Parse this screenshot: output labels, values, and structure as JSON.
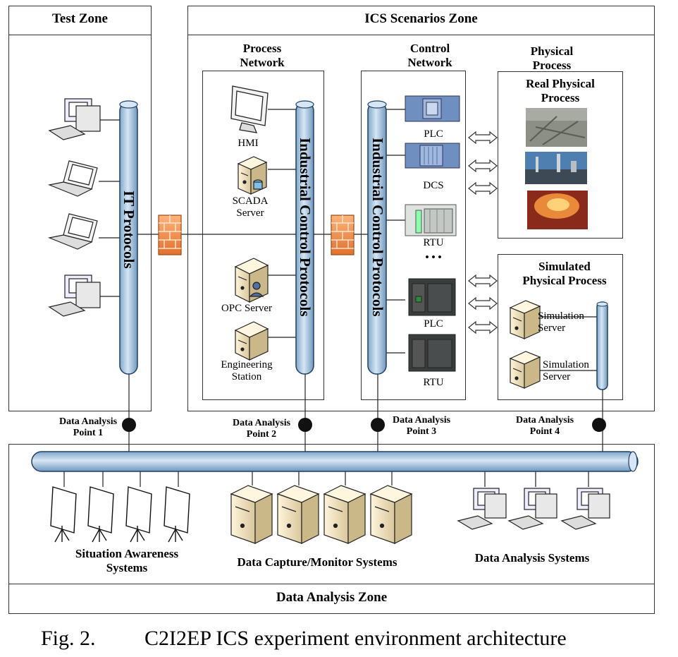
{
  "zones": {
    "test": "Test Zone",
    "ics": "ICS Scenarios Zone",
    "data_analysis": "Data Analysis Zone"
  },
  "groups": {
    "process_network": "Process\nNetwork",
    "control_network": "Control\nNetwork",
    "physical_process": "Physical\nProcess",
    "real_physical_process": "Real Physical\nProcess",
    "simulated_physical_process": "Simulated\nPhysical Process"
  },
  "buses": {
    "it_protocols": "IT Protocols",
    "industrial_control_protocols_1": "Industrial Control Protocols",
    "industrial_control_protocols_2": "Industrial Control Protocols"
  },
  "devices": {
    "hmi": "HMI",
    "scada_server": "SCADA\nServer",
    "opc_server": "OPC Server",
    "engineering_station": "Engineering\nStation",
    "plc_1": "PLC",
    "dcs": "DCS",
    "rtu_1": "RTU",
    "ellipsis": "• • •",
    "plc_2": "PLC",
    "rtu_2": "RTU",
    "simulation_server_1": "Simulation\nServer",
    "simulation_server_2": "Simulation\nServer"
  },
  "analysis_points": {
    "p1": "Data Analysis\nPoint 1",
    "p2": "Data Analysis\nPoint 2",
    "p3": "Data Analysis\nPoint 3",
    "p4": "Data Analysis\nPoint 4"
  },
  "systems": {
    "situation_awareness": "Situation Awareness\nSystems",
    "data_capture": "Data Capture/Monitor Systems",
    "data_analysis": "Data Analysis Systems"
  },
  "caption": {
    "fig": "Fig. 2.",
    "text": "C2I2EP ICS experiment environment architecture"
  },
  "colors": {
    "bus": "#b8d0e6",
    "firewall": "#f39a5a"
  }
}
